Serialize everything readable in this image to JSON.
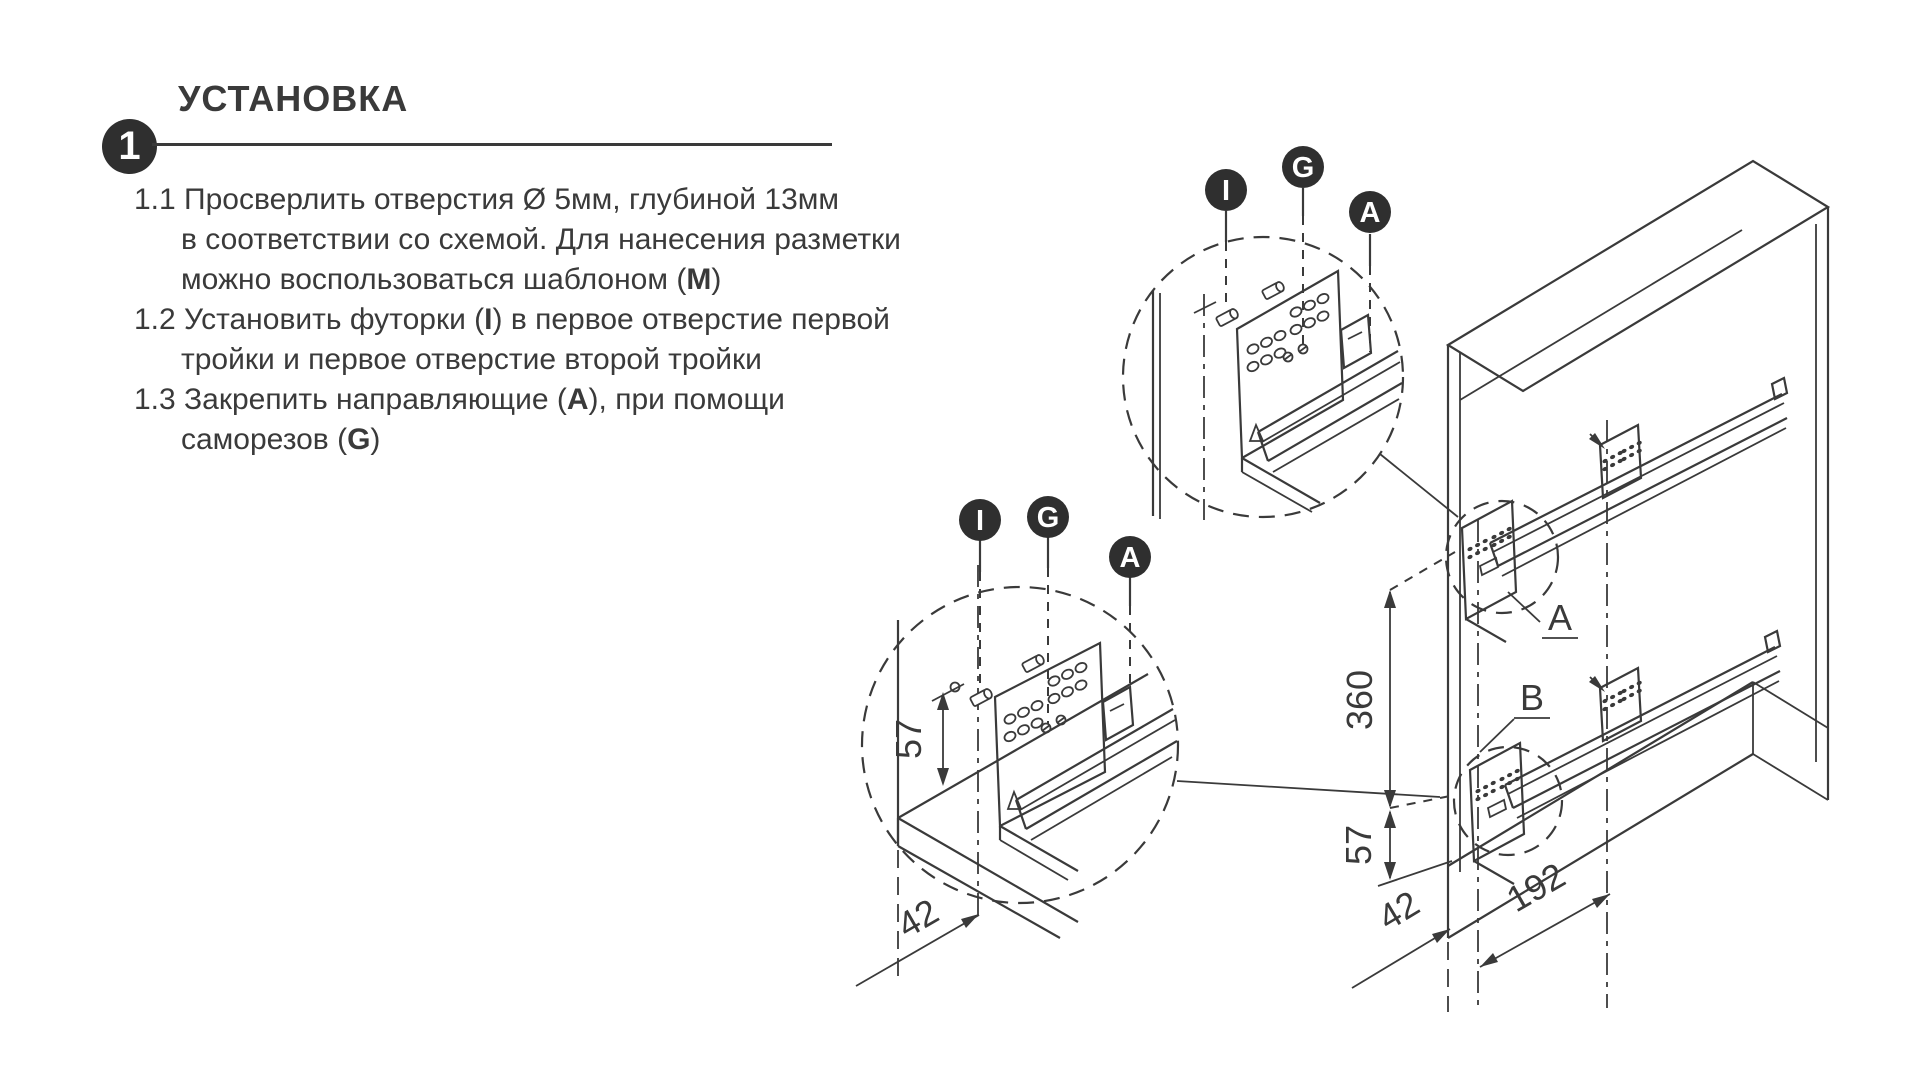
{
  "ink": "#3a3a3a",
  "header": {
    "step_number": "1",
    "title": "УСТАНОВКА"
  },
  "instructions": [
    {
      "num": "1.1",
      "lines": [
        [
          {
            "t": "Просверлить отверстия Ø 5мм, глубиной 13мм"
          }
        ],
        [
          {
            "t": "в соответствии со схемой. Для нанесения разметки"
          }
        ],
        [
          {
            "t": "можно воспользоваться шаблоном ("
          },
          {
            "t": "M",
            "b": true
          },
          {
            "t": ")"
          }
        ]
      ]
    },
    {
      "num": "1.2",
      "lines": [
        [
          {
            "t": "Установить футорки ("
          },
          {
            "t": "I",
            "b": true
          },
          {
            "t": ") в первое отверстие первой"
          }
        ],
        [
          {
            "t": "тройки и первое отверстие второй тройки"
          }
        ]
      ]
    },
    {
      "num": "1.3",
      "lines": [
        [
          {
            "t": "Закрепить направляющие ("
          },
          {
            "t": "A",
            "b": true
          },
          {
            "t": "), при помощи"
          }
        ],
        [
          {
            "t": "саморезов ("
          },
          {
            "t": "G",
            "b": true
          },
          {
            "t": ")"
          }
        ]
      ]
    }
  ],
  "callout_upper": {
    "badge_i": "I",
    "badge_g": "G",
    "badge_a": "A"
  },
  "callout_lower": {
    "badge_i": "I",
    "badge_g": "G",
    "badge_a": "A",
    "dim_57": "57",
    "dim_42": "42"
  },
  "cabinet": {
    "dim_360": "360",
    "dim_57": "57",
    "dim_42": "42",
    "dim_192": "192",
    "label_a": "A",
    "label_b": "B"
  }
}
